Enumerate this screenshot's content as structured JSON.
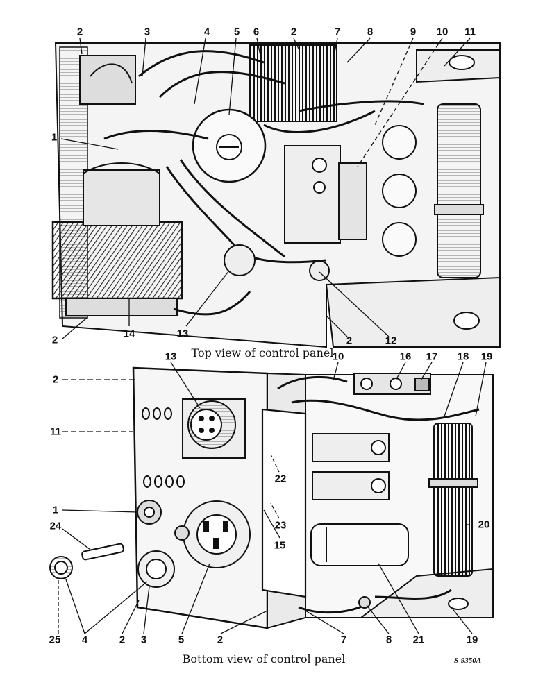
{
  "figure": {
    "top_caption": "Top view of control panel",
    "bottom_caption": "Bottom view of control panel",
    "reference": "S-9350A"
  },
  "top_callouts": [
    "2",
    "3",
    "4",
    "5",
    "6",
    "2",
    "7",
    "8",
    "9",
    "10",
    "11",
    "1",
    "2",
    "14",
    "13",
    "2",
    "12"
  ],
  "bottom_callouts": [
    "13",
    "10",
    "16",
    "17",
    "18",
    "19",
    "2",
    "11",
    "1",
    "24",
    "22",
    "23",
    "15",
    "20",
    "25",
    "4",
    "2",
    "3",
    "5",
    "2",
    "7",
    "8",
    "21",
    "19"
  ]
}
